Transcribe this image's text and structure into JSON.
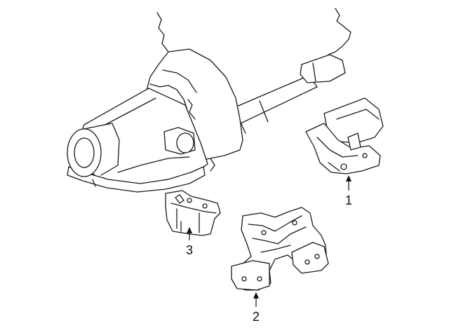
{
  "diagram": {
    "callouts": [
      {
        "number": "1",
        "part": "engine-mount"
      },
      {
        "number": "2",
        "part": "transmission-crossmember"
      },
      {
        "number": "3",
        "part": "transmission-mount"
      }
    ],
    "colors": {
      "line": "#1a1a1a",
      "background": "#ffffff"
    }
  }
}
